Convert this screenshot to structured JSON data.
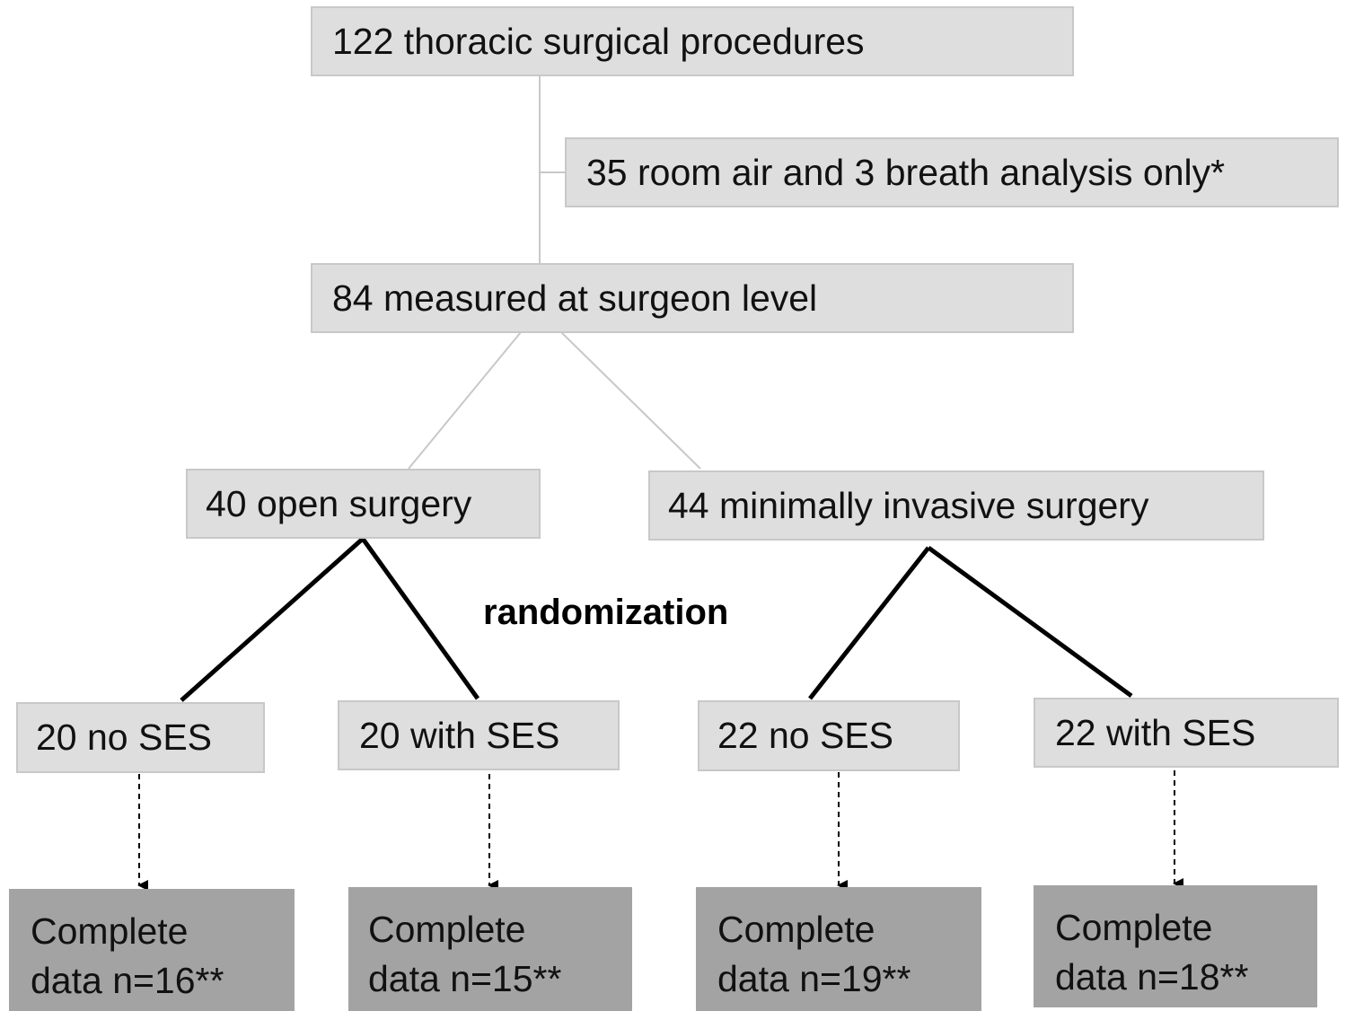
{
  "diagram": {
    "nodes": {
      "total": "122 thoracic surgical procedures",
      "excluded": "35 room air and 3 breath  analysis only*",
      "measured": "84 measured  at surgeon  level",
      "open": "40 open surgery",
      "mis": "44 minimally  invasive surgery",
      "open_no_ses": "20 no SES",
      "open_with_ses": "20 with SES",
      "mis_no_ses": "22 no SES",
      "mis_with_ses": "22 with SES"
    },
    "outcomes": {
      "open_no_ses": [
        "Complete",
        "data n=16**"
      ],
      "open_with_ses": [
        "Complete",
        "data n=15**"
      ],
      "mis_no_ses": [
        "Complete",
        "data n=19**"
      ],
      "mis_with_ses": [
        "Complete",
        "data n=18**"
      ]
    },
    "randomization_label": "randomization",
    "colors": {
      "box_fill": "#dedede",
      "box_border": "#c8c8c8",
      "outcome_fill": "#a3a3a3",
      "connector_light": "#c8c8c8",
      "connector_dark": "#000000"
    }
  }
}
